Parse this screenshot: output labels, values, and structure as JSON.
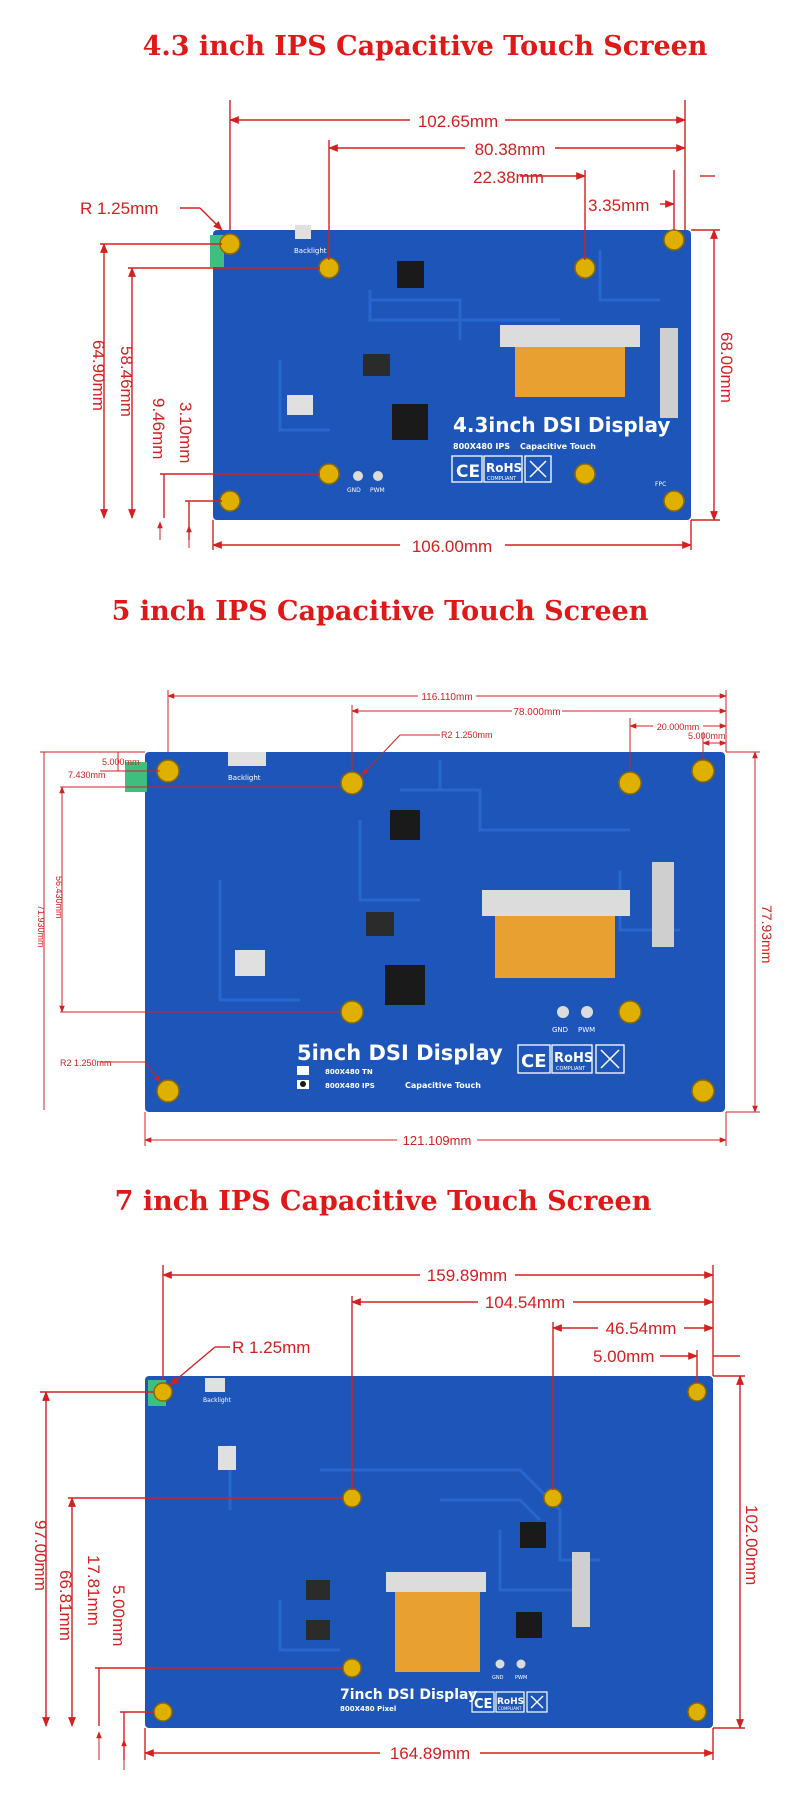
{
  "colors": {
    "title": "#e01818",
    "dimension": "#d42020",
    "board": "#1d56b8",
    "silkscreen": "#ffffff",
    "mount_hole": "#e0b000",
    "flex_cable": "#e8a030"
  },
  "screens": [
    {
      "title": "4.3 inch IPS Capacitive Touch Screen",
      "board_label": "4.3inch DSI Display",
      "spec_line1": "800X480 IPS",
      "spec_line2": "Capacitive Touch",
      "silk_backlight": "Backlight",
      "silk_gnd": "GND",
      "silk_pwm": "PWM",
      "silk_fpc": "FPC",
      "cert_ce": "CE",
      "cert_rohs": "RoHS",
      "cert_rohs_sub": "COMPLIANT",
      "dims": {
        "top_total": "102.65mm",
        "top_mid": "80.38mm",
        "top_short": "22.38mm",
        "top_edge": "3.35mm",
        "radius": "R 1.25mm",
        "right_height": "68.00mm",
        "left_outer": "64.90mm",
        "left_mid": "58.46mm",
        "left_small": "9.46mm",
        "left_tiny": "3.10mm",
        "bottom_width": "106.00mm"
      }
    },
    {
      "title": "5 inch IPS Capacitive Touch Screen",
      "board_label": "5inch DSI Display",
      "spec_line1": "800X480 TN",
      "spec_line2": "800X480 IPS",
      "spec_line3": "Capacitive Touch",
      "silk_backlight": "Backlight",
      "silk_gnd": "GND",
      "silk_pwm": "PWM",
      "cert_ce": "CE",
      "cert_rohs": "RoHS",
      "cert_rohs_sub": "COMPLIANT",
      "dims": {
        "top_total": "116.110mm",
        "top_mid": "78.000mm",
        "radius_top": "R2 1.250mm",
        "top_short": "20.000mm",
        "top_edge": "5.000mm",
        "left_small_a": "5.000mm",
        "left_small_b": "7.430mm",
        "left_mid": "56.430mm",
        "left_outer": "71.930mm",
        "radius_bottom": "R2 1.250mm",
        "right_height": "77.93mm",
        "bottom_width": "121.109mm"
      }
    },
    {
      "title": "7 inch IPS Capacitive Touch Screen",
      "board_label": "7inch DSI Display",
      "spec_line1": "800X480 Pixel",
      "silk_backlight": "Backlight",
      "silk_gnd": "GND",
      "silk_pwm": "PWM",
      "cert_ce": "CE",
      "cert_rohs": "RoHS",
      "cert_rohs_sub": "COMPLIANT",
      "dims": {
        "top_total": "159.89mm",
        "top_mid": "104.54mm",
        "top_short": "46.54mm",
        "top_edge": "5.00mm",
        "radius": "R 1.25mm",
        "right_height": "102.00mm",
        "left_outer": "97.00mm",
        "left_mid": "66.81mm",
        "left_small": "17.81mm",
        "left_tiny": "5.00mm",
        "bottom_width": "164.89mm"
      }
    }
  ]
}
